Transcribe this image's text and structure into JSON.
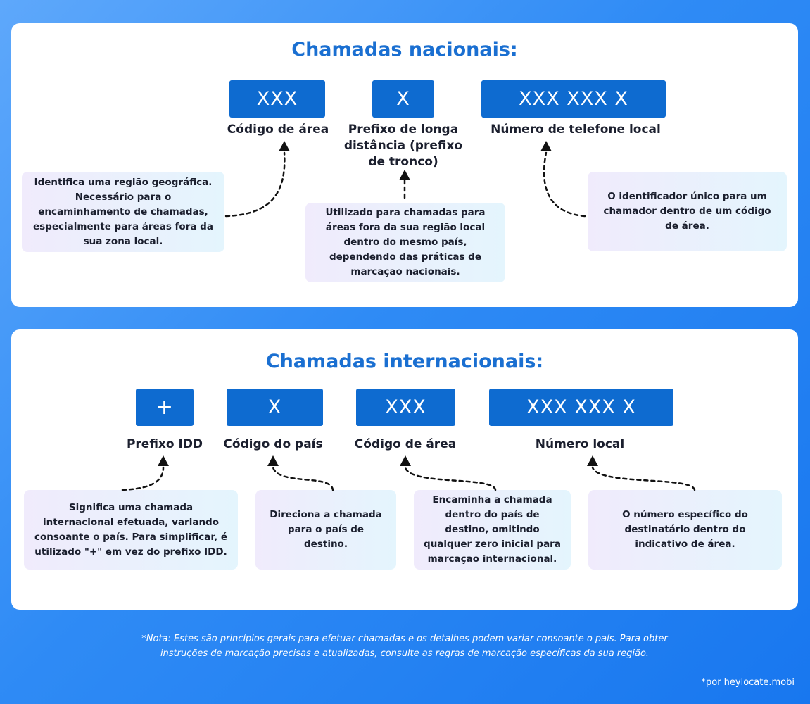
{
  "national": {
    "title": "Chamadas nacionais:",
    "parts": [
      {
        "box": "XXX",
        "label": "Código de área",
        "note": "Identifica uma região geográfica. Necessário para o encaminhamento de chamadas, especialmente para áreas fora da sua zona local."
      },
      {
        "box": "X",
        "label": "Prefixo de longa distância (prefixo de tronco)",
        "note": "Utilizado para chamadas para áreas fora da sua região local dentro do mesmo país, dependendo das práticas de marcação nacionais."
      },
      {
        "box": "XXX XXX X",
        "label": "Número de telefone local",
        "note": "O identificador único para um chamador dentro de um código de área."
      }
    ]
  },
  "international": {
    "title": "Chamadas internacionais:",
    "parts": [
      {
        "box": "+",
        "label": "Prefixo IDD",
        "note": "Significa uma chamada internacional efetuada, variando consoante o país. Para simplificar, é utilizado \"+\" em vez do prefixo IDD."
      },
      {
        "box": "X",
        "label": "Código do país",
        "note": "Direciona a chamada para o país de destino."
      },
      {
        "box": "XXX",
        "label": "Código de área",
        "note": "Encaminha a chamada dentro do país de destino, omitindo qualquer zero inicial para marcação internacional."
      },
      {
        "box": "XXX XXX X",
        "label": "Número local",
        "note": "O número específico do destinatário dentro do indicativo de área."
      }
    ]
  },
  "footnote": "*Nota: Estes são princípios gerais para efetuar chamadas e os detalhes podem variar consoante o país. Para obter instruções de marcação precisas e atualizadas, consulte as regras de marcação específicas da sua região.",
  "credit": "*por heylocate.mobi",
  "colors": {
    "accent": "#0e6bd0",
    "title": "#1a6fd1"
  }
}
